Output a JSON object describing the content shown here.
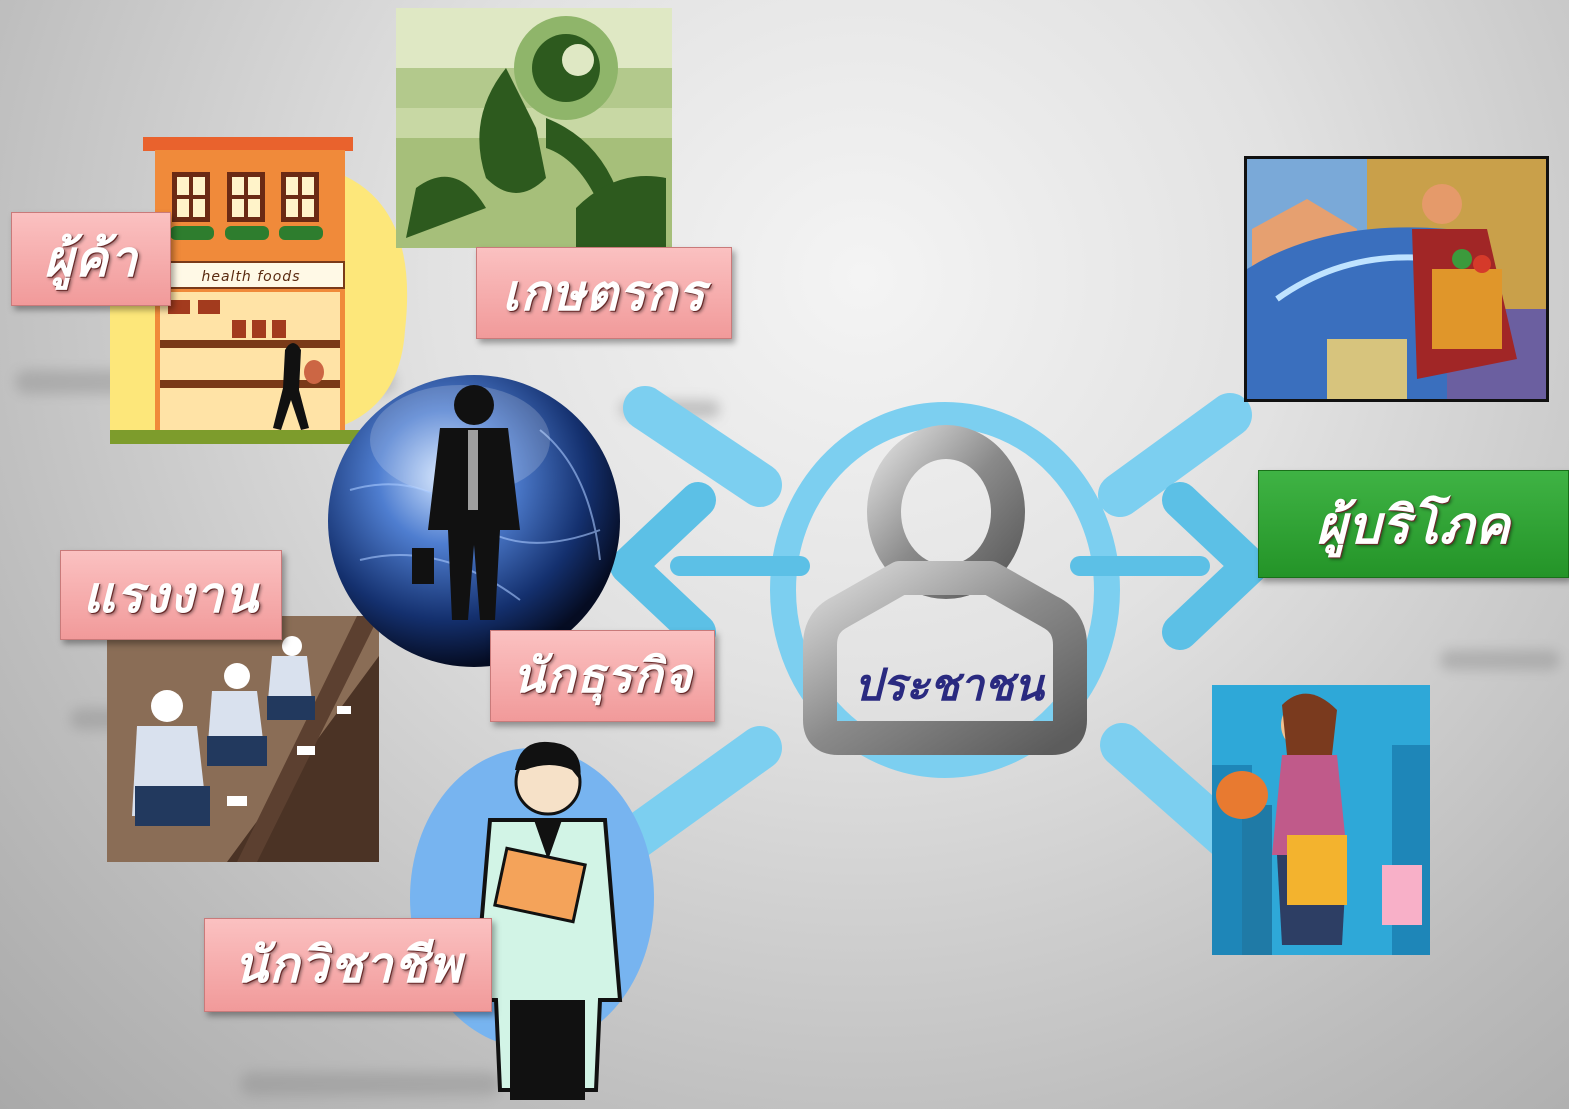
{
  "center": {
    "label": "ประชาชน"
  },
  "roles": {
    "merchant": "ผู้ค้า",
    "farmer": "เกษตรกร",
    "laborer": "แรงงาน",
    "businessman": "นักธุรกิจ",
    "professional": "นักวิชาชีพ",
    "consumer": "ผู้บริโภค"
  },
  "store_sign": "health foods",
  "colors": {
    "ring": "#7ccff0",
    "pink_label": "#f7abab",
    "green_label": "#2ea632",
    "center_text": "#2a2a80"
  },
  "icons": [
    "person-icon",
    "arrow-left-icon",
    "arrow-right-icon",
    "globe-icon"
  ]
}
